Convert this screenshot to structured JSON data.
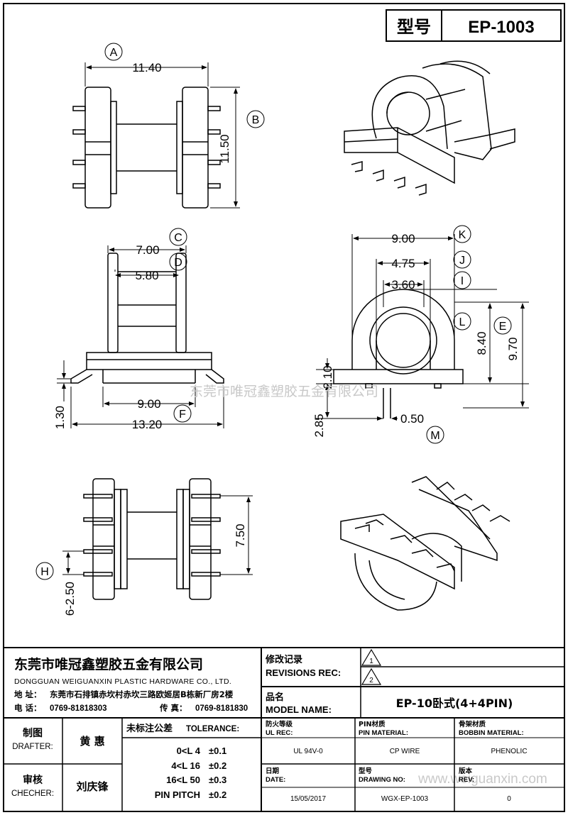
{
  "header": {
    "type_label": "型号",
    "model": "EP-1003"
  },
  "dimensions": {
    "top_view": {
      "a_width": "11.40",
      "b_height": "11.50",
      "label_a": "A",
      "label_b": "B"
    },
    "front_view": {
      "c": "7.00",
      "d": "5.80",
      "f": "9.00",
      "overall": "13.20",
      "pin_height": "1.30",
      "label_c": "C",
      "label_d": "D",
      "label_f": "F"
    },
    "side_view": {
      "k": "9.00",
      "j": "4.75",
      "i": "3.60",
      "l_label": "L",
      "e_height": "9.70",
      "core_height": "8.40",
      "base_height": "2.10",
      "pin_len": "2.85",
      "pin_w": "0.50",
      "label_k": "K",
      "label_j": "J",
      "label_i": "I",
      "label_e": "E",
      "label_m": "M"
    },
    "bottom_view": {
      "span": "7.50",
      "pitch": "6-2.50",
      "label_h": "H"
    }
  },
  "watermark": {
    "center": "东莞市唯冠鑫塑胶五金有限公司",
    "corner": "www.weiguanxin.com"
  },
  "title_block": {
    "company_cn": "东莞市唯冠鑫塑胶五金有限公司",
    "company_en": "DONGGUAN WEIGUANXIN PLASTIC HARDWARE CO., LTD.",
    "address_label": "地  址：",
    "address": "东莞市石排镇赤坎村赤坎三路欧姬居B栋新厂房2楼",
    "phone_label": "电  话：",
    "phone": "0769-81818303",
    "fax_label": "传  真：",
    "fax": "0769-8181830",
    "revisions_cn": "修改记录",
    "revisions_en": "REVISIONS REC:",
    "rev_1": "1",
    "rev_2": "2",
    "model_name_cn": "品名",
    "model_name_en": "MODEL NAME:",
    "model_name": "EP-10卧式(4+4PIN)",
    "drafter_cn": "制图",
    "drafter_en": "DRAFTER:",
    "drafter": "黄   惠",
    "checker_cn": "审核",
    "checker_en": "CHECHER:",
    "checker": "刘庆锋",
    "tolerance_cn": "未标注公差",
    "tolerance_en": "TOLERANCE:",
    "tolerances": [
      {
        "range": "0<L   4",
        "value": "±0.1"
      },
      {
        "range": "4<L   16",
        "value": "±0.2"
      },
      {
        "range": "16<L   50",
        "value": "±0.3"
      },
      {
        "range": "PIN PITCH",
        "value": "±0.2"
      }
    ],
    "ul_cn": "防火等级",
    "ul_en": "UL REC:",
    "ul": "UL 94V-0",
    "pin_mat_cn": "PIN材质",
    "pin_mat_en": "PIN MATERIAL:",
    "pin_mat": "CP WIRE",
    "bobbin_cn": "骨架材质",
    "bobbin_en": "BOBBIN MATERIAL:",
    "bobbin": "PHENOLIC",
    "date_cn": "日期",
    "date_en": "DATE:",
    "date": "15/05/2017",
    "drawing_cn": "型号",
    "drawing_en": "DRAWING NO:",
    "drawing": "WGX-EP-1003",
    "rev_cn": "版本",
    "rev_en": "REV:",
    "rev": "0"
  }
}
